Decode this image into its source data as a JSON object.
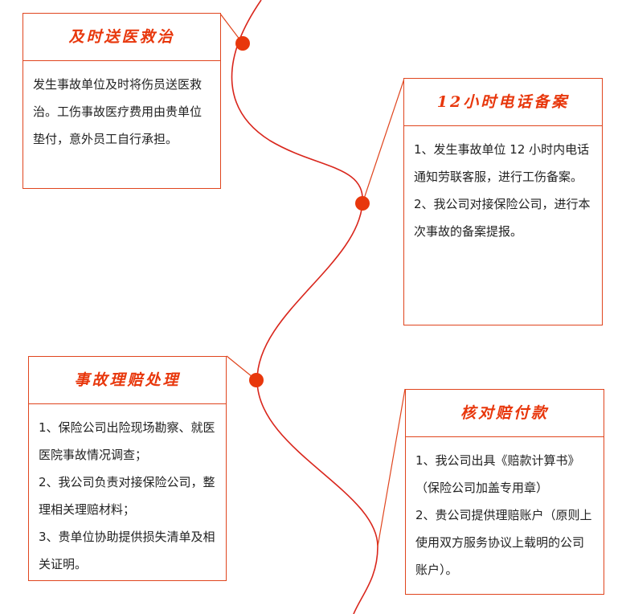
{
  "colors": {
    "accent": "#e0451e",
    "title": "#e8370c",
    "node": "#e8370c",
    "curve": "#d9261c"
  },
  "steps": [
    {
      "title": "及时送医救治",
      "lines": [
        "发生事故单位及时将伤员送医救治。工伤事故医疗费用由贵单位垫付，意外员工自行承担。"
      ]
    },
    {
      "title": "12小时电话备案",
      "lines": [
        "1、发生事故单位 12 小时内电话通知劳联客服，进行工伤备案。",
        "2、我公司对接保险公司，进行本次事故的备案提报。"
      ]
    },
    {
      "title": "事故理赔处理",
      "lines": [
        "1、保险公司出险现场勘察、就医医院事故情况调查；",
        "2、我公司负责对接保险公司，整理相关理赔材料；",
        "3、贵单位协助提供损失清单及相关证明。"
      ]
    },
    {
      "title": "核对赔付款",
      "lines": [
        "1、我公司出具《赔款计算书》（保险公司加盖专用章）",
        "2、贵公司提供理赔账户（原则上使用双方服务协议上载明的公司账户）。"
      ]
    }
  ]
}
